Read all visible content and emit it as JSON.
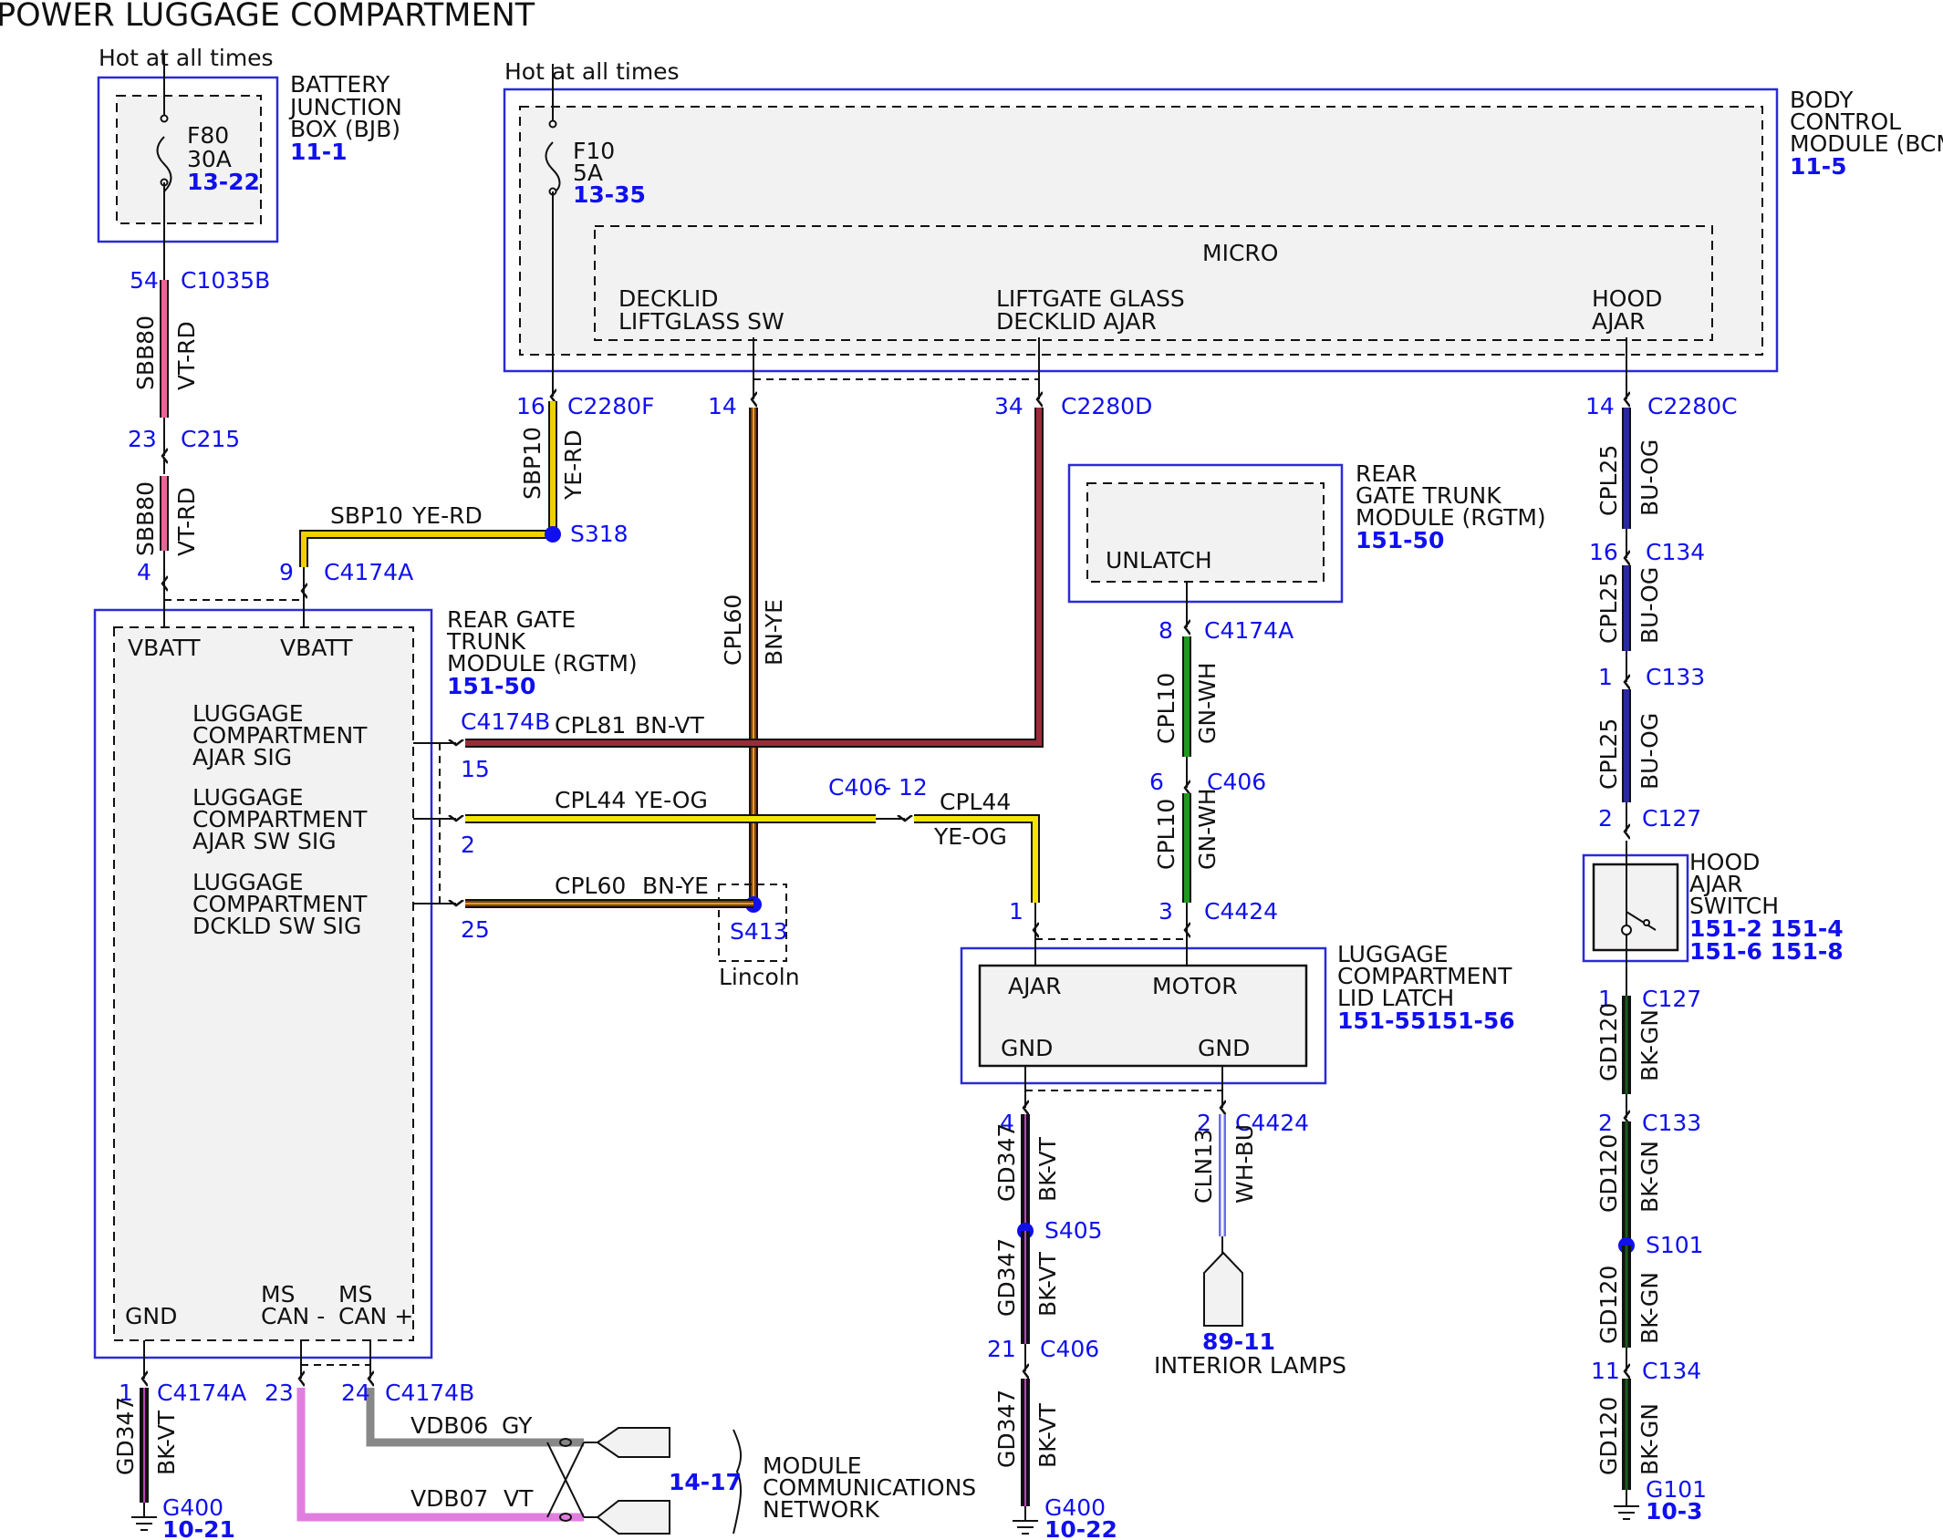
{
  "title": "POWER LUGGAGE COMPARTMENT",
  "hot_labels": {
    "left": "Hot at all times",
    "right": "Hot at all times"
  },
  "bjb": {
    "name_lines": [
      "BATTERY",
      "JUNCTION",
      "BOX (BJB)"
    ],
    "ref": "11-1",
    "fuse": "F80",
    "amps": "30A",
    "fuse_ref": "13-22"
  },
  "bcm": {
    "name_lines": [
      "BODY",
      "CONTROL",
      "MODULE (BCM)"
    ],
    "ref": "11-5",
    "fuse": "F10",
    "amps": "5A",
    "fuse_ref": "13-35",
    "micro": "MICRO",
    "pins": [
      [
        "DECKLID",
        "LIFTGLASS SW"
      ],
      [
        "LIFTGATE GLASS",
        "DECKLID AJAR"
      ],
      [
        "HOOD",
        "AJAR"
      ]
    ]
  },
  "rgtm_main": {
    "name_lines": [
      "REAR GATE",
      "TRUNK",
      "MODULE (RGTM)"
    ],
    "ref": "151-50",
    "vbatt1": "VBATT",
    "vbatt2": "VBATT",
    "sig1": [
      "LUGGAGE",
      "COMPARTMENT",
      "AJAR SIG"
    ],
    "sig2": [
      "LUGGAGE",
      "COMPARTMENT",
      "AJAR SW SIG"
    ],
    "sig3": [
      "LUGGAGE",
      "COMPARTMENT",
      "DCKLD SW SIG"
    ],
    "gnd": "GND",
    "can_minus": [
      "MS",
      "CAN -"
    ],
    "can_plus": [
      "MS",
      "CAN +"
    ]
  },
  "rgtm_small": {
    "name_lines": [
      "REAR",
      "GATE TRUNK",
      "MODULE (RGTM)"
    ],
    "ref": "151-50",
    "pin": "UNLATCH"
  },
  "latch": {
    "name_lines": [
      "LUGGAGE",
      "COMPARTMENT",
      "LID LATCH"
    ],
    "ref": "151-55151-56",
    "ajar": "AJAR",
    "motor": "MOTOR",
    "gnd1": "GND",
    "gnd2": "GND"
  },
  "hood_switch": {
    "name_lines": [
      "HOOD",
      "AJAR",
      "SWITCH"
    ],
    "refs": [
      "151-2 151-4",
      "151-6 151-8"
    ]
  },
  "pin_numbers": {
    "p54": "54",
    "p23a": "23",
    "p4": "4",
    "p9": "9",
    "p16a": "16",
    "p14a": "14",
    "p34": "34",
    "p14b": "14",
    "p16b": "16",
    "p1a": "1",
    "p2a": "2",
    "p8": "8",
    "p6": "6",
    "p3": "3",
    "p15": "15",
    "p2b": "2",
    "p25": "25",
    "p1b": "1",
    "p4b": "4",
    "p2c": "2",
    "p21": "21",
    "p1c": "1",
    "p2d": "2",
    "p11": "11",
    "p1d": "1",
    "p23b": "23",
    "p24": "24",
    "p12": "12"
  },
  "connectors": {
    "c1035b": "C1035B",
    "c215": "C215",
    "c4174a_top": "C4174A",
    "c2280f": "C2280F",
    "c2280d": "C2280D",
    "c2280c": "C2280C",
    "c134a": "C134",
    "c133a": "C133",
    "c127a": "C127",
    "c4174a_mid": "C4174A",
    "c406a": "C406",
    "c4424a": "C4424",
    "c4174b": "C4174B",
    "c406_12": "C406",
    "c4424b": "C4424",
    "c406b": "C406",
    "c127b": "C127",
    "c133b": "C133",
    "c134b": "C134",
    "c4174a_bot": "C4174A",
    "c4174b_bot": "C4174B"
  },
  "splices": {
    "s318": "S318",
    "s413": "S413",
    "s405": "S405",
    "s101": "S101",
    "lincoln": "Lincoln"
  },
  "wires": {
    "sbb80_a": [
      "SBB80",
      "VT-RD"
    ],
    "sbb80_b": [
      "SBB80",
      "VT-RD"
    ],
    "sbp10_v": [
      "SBP10",
      "YE-RD"
    ],
    "sbp10_h": [
      "SBP10",
      "YE-RD"
    ],
    "cpl60_v": [
      "CPL60",
      "BN-YE"
    ],
    "cpl81": [
      "CPL81",
      "BN-VT"
    ],
    "cpl44_a": [
      "CPL44",
      "YE-OG"
    ],
    "cpl44_b": [
      "CPL44",
      "YE-OG"
    ],
    "cpl60_h": [
      "CPL60",
      "BN-YE"
    ],
    "cpl25_a": [
      "CPL25",
      "BU-OG"
    ],
    "cpl25_b": [
      "CPL25",
      "BU-OG"
    ],
    "cpl25_c": [
      "CPL25",
      "BU-OG"
    ],
    "cpl10_a": [
      "CPL10",
      "GN-WH"
    ],
    "cpl10_b": [
      "CPL10",
      "GN-WH"
    ],
    "gd347_a": [
      "GD347",
      "BK-VT"
    ],
    "gd347_b": [
      "GD347",
      "BK-VT"
    ],
    "gd347_c": [
      "GD347",
      "BK-VT"
    ],
    "gd347_d": [
      "GD347",
      "BK-VT"
    ],
    "cln13": [
      "CLN13",
      "WH-BU"
    ],
    "gd120_a": [
      "GD120",
      "BK-GN"
    ],
    "gd120_b": [
      "GD120",
      "BK-GN"
    ],
    "gd120_c": [
      "GD120",
      "BK-GN"
    ],
    "gd120_d": [
      "GD120",
      "BK-GN"
    ],
    "vdb06": [
      "VDB06",
      "GY"
    ],
    "vdb07": [
      "VDB07",
      "VT"
    ]
  },
  "grounds": {
    "g400a": "G400",
    "g400a_ref": "10-21",
    "g400b": "G400",
    "g400b_ref": "10-22",
    "g101": "G101",
    "g101_ref": "10-3"
  },
  "interior_lamps": {
    "ref": "89-11",
    "label": "INTERIOR LAMPS"
  },
  "network": {
    "ref": "14-17",
    "lines": [
      "MODULE",
      "COMMUNICATIONS",
      "NETWORK"
    ]
  },
  "colors": {
    "module_border": "#2b2bd6",
    "link_blue": "#1010ee",
    "vt_rd": "#e8679a",
    "ye_rd": "#f0d000",
    "bn_ye": "#8b3a1a",
    "bn_vt": "#9a2b3a",
    "ye_og": "#f2e600",
    "bu_og": "#2a2a9a",
    "gn_wh": "#1f9a1f",
    "bk": "#111111",
    "gy": "#888888",
    "vt": "#e07ee0",
    "wh_bu": "#6b6bf0"
  }
}
